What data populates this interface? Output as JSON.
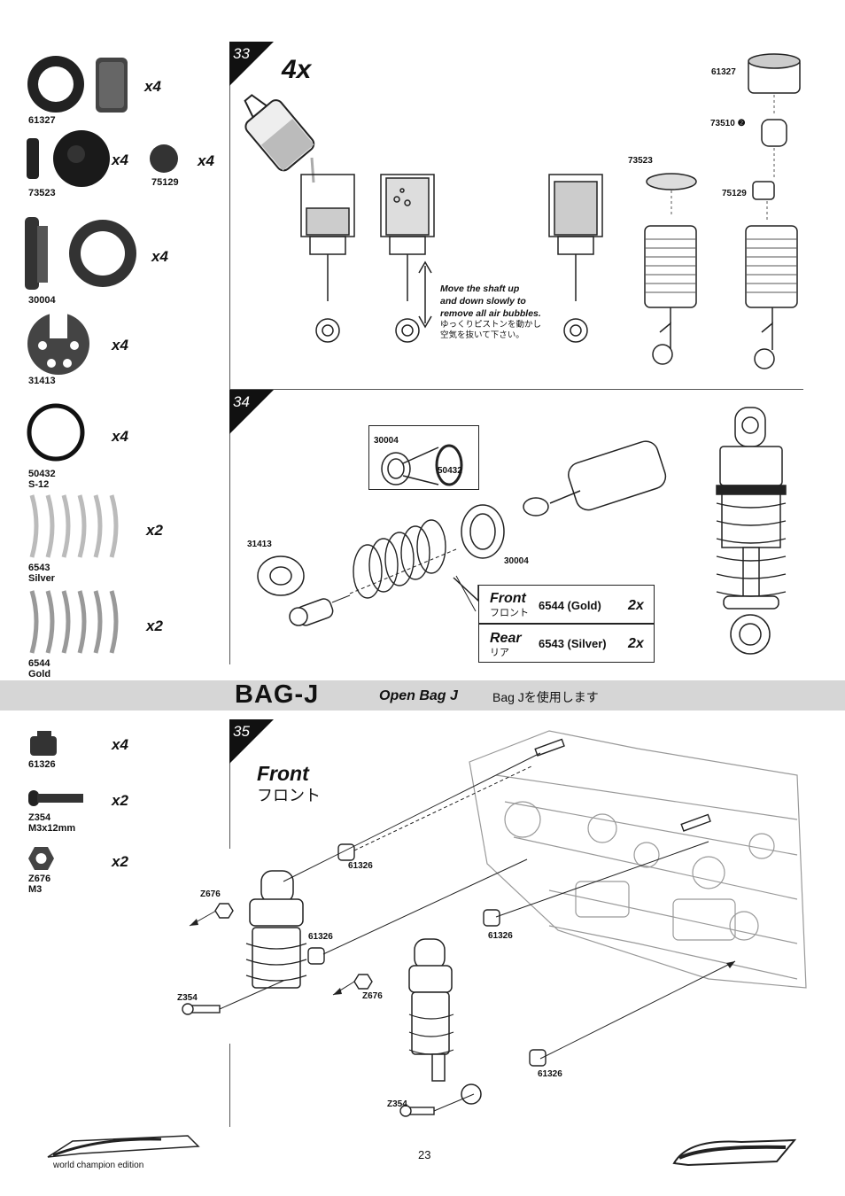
{
  "parts_top": [
    {
      "qty": "x4",
      "pn": [
        "61327"
      ]
    },
    {
      "qty": "x4",
      "pn": [
        "73523"
      ]
    },
    {
      "qty": "x4",
      "pn": [
        "75129"
      ]
    },
    {
      "qty": "x4",
      "pn": [
        "30004"
      ]
    },
    {
      "qty": "x4",
      "pn": [
        "31413"
      ]
    },
    {
      "qty": "x4",
      "pn": [
        "50432",
        "S-12"
      ]
    },
    {
      "qty": "x2",
      "pn": [
        "6543",
        "Silver"
      ]
    },
    {
      "qty": "x2",
      "pn": [
        "6544",
        "Gold"
      ]
    }
  ],
  "parts_bottom": [
    {
      "qty": "x4",
      "pn": [
        "61326"
      ]
    },
    {
      "qty": "x2",
      "pn": [
        "Z354",
        "M3x12mm"
      ]
    },
    {
      "qty": "x2",
      "pn": [
        "Z676",
        "M3"
      ]
    }
  ],
  "step33": {
    "number": "33",
    "multiplier": "4x",
    "instruction_en": [
      "Move the shaft up",
      "and down slowly to",
      "remove all air bubbles."
    ],
    "instruction_jp": [
      "ゆっくりピストンを動かし",
      "空気を抜いて下さい。"
    ],
    "labels": {
      "a": "61327",
      "b": "73510",
      "b_mark": "❷",
      "c": "73523",
      "d": "75129"
    }
  },
  "step34": {
    "number": "34",
    "labels": {
      "a": "30004",
      "b": "50432",
      "c": "31413",
      "d": "30004"
    },
    "table": [
      {
        "name": "Front",
        "name_jp": "フロント",
        "spring": "6544 (Gold)",
        "qty": "2x"
      },
      {
        "name": "Rear",
        "name_jp": "リア",
        "spring": "6543 (Silver)",
        "qty": "2x"
      }
    ]
  },
  "bag": {
    "title": "BAG-J",
    "subtitle": "Open Bag J",
    "subtitle_jp": "Bag Jを使用します"
  },
  "step35": {
    "number": "35",
    "title": "Front",
    "title_jp": "フロント",
    "labels": {
      "a": "61326",
      "b": "Z676",
      "c": "61326",
      "d": "61326",
      "e": "Z354",
      "f": "Z676",
      "g": "61326",
      "h": "Z354"
    }
  },
  "footer": {
    "page": "23",
    "brand_left": "world champion edition"
  }
}
